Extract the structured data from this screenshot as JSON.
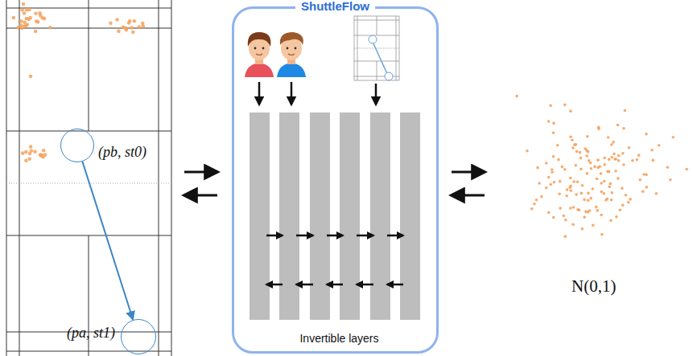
{
  "diagram": {
    "nodes": [
      {
        "text": [
          "(pb, st0)"
        ]
      },
      {
        "text": [
          "(pa, st1)"
        ]
      },
      {
        "text": [
          "ShuttleFlow"
        ]
      },
      {
        "text": [
          "Invertible layers"
        ],
        "in": 2
      }
    ],
    "edges": [
      {
        "from": 0,
        "to": 1,
        "arrow": "to"
      }
    ],
    "labels": [
      "N(0,1)"
    ]
  }
}
